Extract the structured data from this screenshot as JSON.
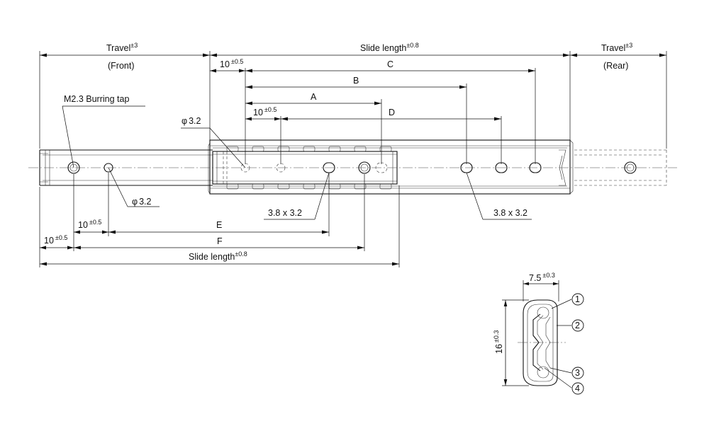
{
  "labels": {
    "travel_front": "Travel",
    "travel_front_tol": "±3",
    "front": "(Front)",
    "slide_length_top": "Slide length",
    "slide_length_top_tol": "±0.8",
    "travel_rear": "Travel",
    "travel_rear_tol": "±3",
    "rear": "(Rear)",
    "dim_10_top": "10",
    "dim_10_top_tol": "±0.5",
    "C": "C",
    "B": "B",
    "A": "A",
    "dim_10_mid": "10",
    "dim_10_mid_tol": "±0.5",
    "D": "D",
    "burring_tap": "M2.3 Burring tap",
    "phi_top": "3.2",
    "phi_bottom": "3.2",
    "phi_symbol": "φ",
    "slot_left": "3.8 x 3.2",
    "slot_right": "3.8 x 3.2",
    "dim_10_lower": "10",
    "dim_10_lower_tol": "±0.5",
    "E": "E",
    "dim_10_bottom": "10",
    "dim_10_bottom_tol": "±0.5",
    "F": "F",
    "slide_length_bottom": "Slide length",
    "slide_length_bottom_tol": "±0.8"
  },
  "section": {
    "width": "7.5",
    "width_tol": "±0.3",
    "height": "16",
    "height_tol": "±0.3",
    "balloons": [
      "1",
      "2",
      "3",
      "4"
    ]
  }
}
